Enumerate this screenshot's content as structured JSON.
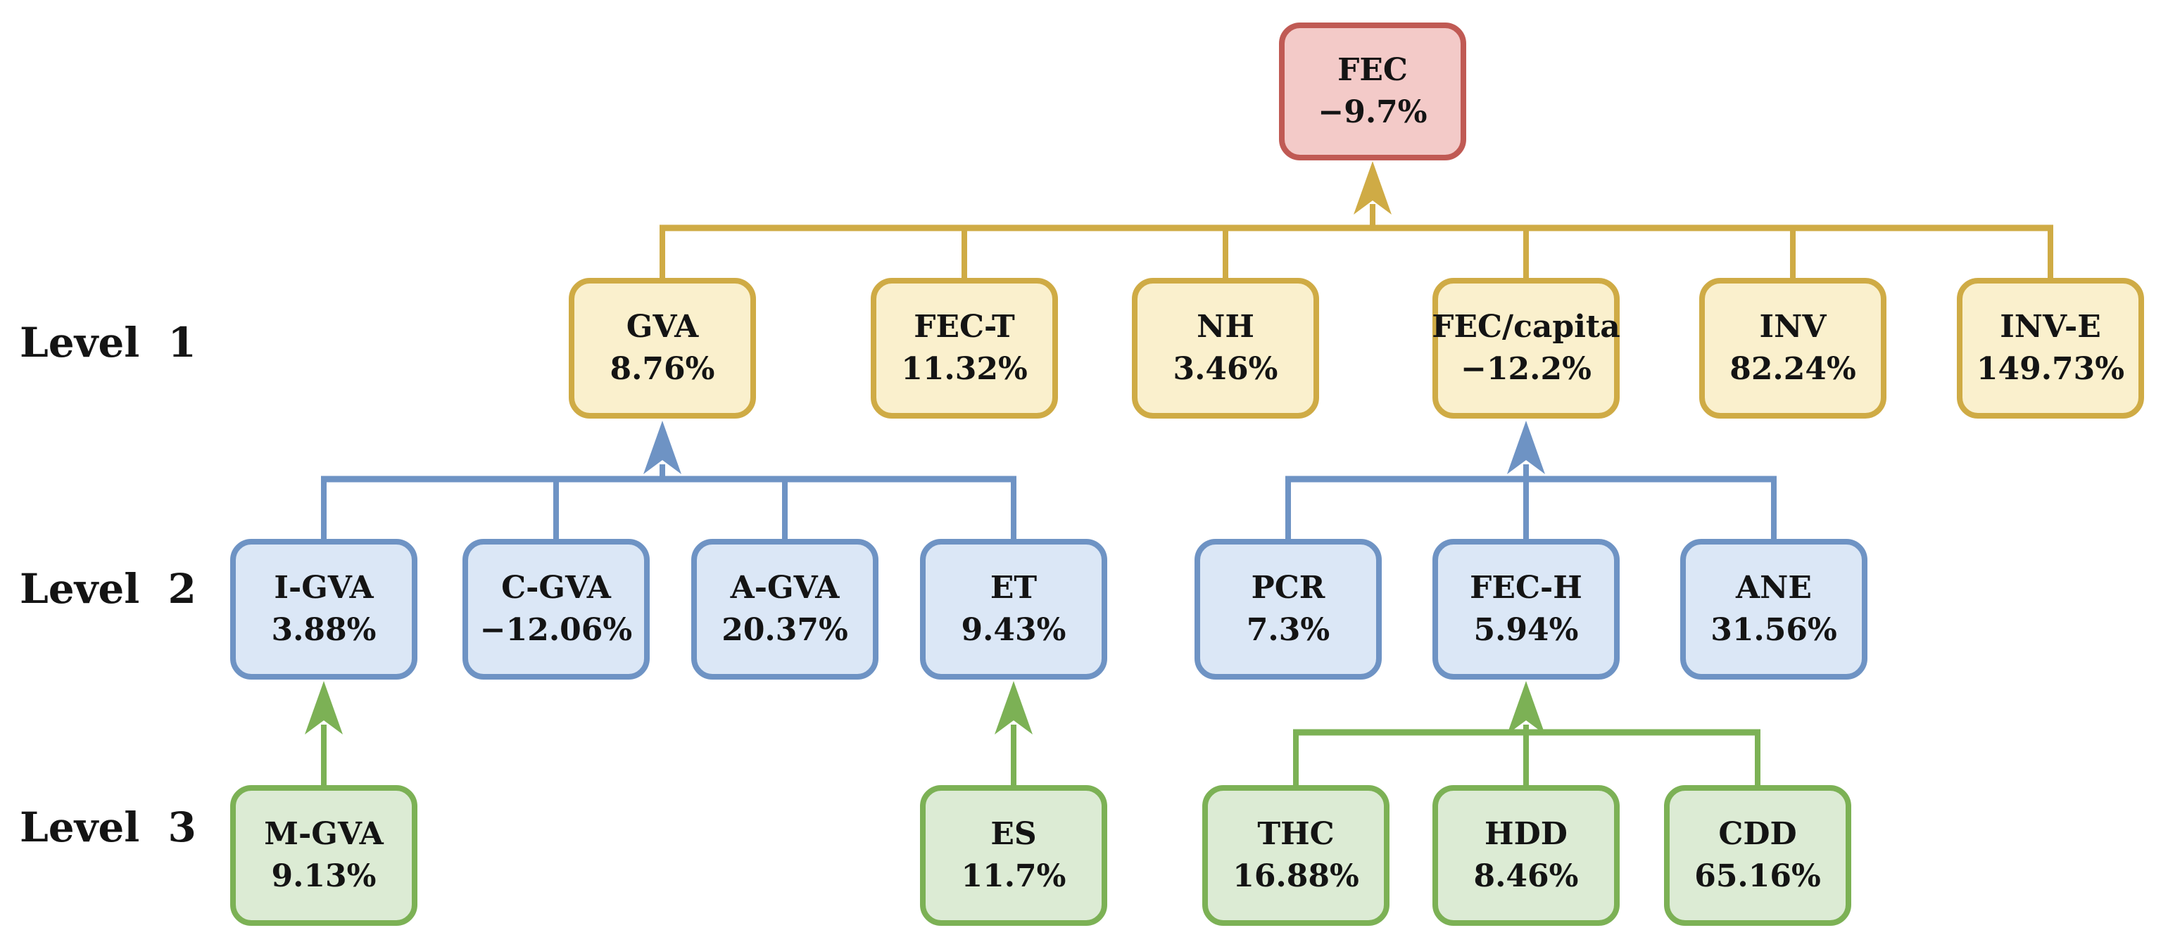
{
  "levels": {
    "level1": "Level 1",
    "level2": "Level 2",
    "level3": "Level 3"
  },
  "nodes": {
    "fec": {
      "label": "FEC",
      "value": "−9.7%"
    },
    "gva": {
      "label": "GVA",
      "value": "8.76%"
    },
    "fec_t": {
      "label": "FEC-T",
      "value": "11.32%"
    },
    "nh": {
      "label": "NH",
      "value": "3.46%"
    },
    "fec_capita": {
      "label": "FEC/capita",
      "value": "−12.2%"
    },
    "inv": {
      "label": "INV",
      "value": "82.24%"
    },
    "inv_e": {
      "label": "INV-E",
      "value": "149.73%"
    },
    "i_gva": {
      "label": "I-GVA",
      "value": "3.88%"
    },
    "c_gva": {
      "label": "C-GVA",
      "value": "−12.06%"
    },
    "a_gva": {
      "label": "A-GVA",
      "value": "20.37%"
    },
    "et": {
      "label": "ET",
      "value": "9.43%"
    },
    "pcr": {
      "label": "PCR",
      "value": "7.3%"
    },
    "fec_h": {
      "label": "FEC-H",
      "value": "5.94%"
    },
    "ane": {
      "label": "ANE",
      "value": "31.56%"
    },
    "m_gva": {
      "label": "M-GVA",
      "value": "9.13%"
    },
    "es": {
      "label": "ES",
      "value": "11.7%"
    },
    "thc": {
      "label": "THC",
      "value": "16.88%"
    },
    "hdd": {
      "label": "HDD",
      "value": "8.46%"
    },
    "cdd": {
      "label": "CDD",
      "value": "65.16%"
    }
  },
  "edges": [
    {
      "from": "GVA",
      "to": "FEC"
    },
    {
      "from": "FEC-T",
      "to": "FEC"
    },
    {
      "from": "NH",
      "to": "FEC"
    },
    {
      "from": "FEC/capita",
      "to": "FEC"
    },
    {
      "from": "INV",
      "to": "FEC"
    },
    {
      "from": "INV-E",
      "to": "FEC"
    },
    {
      "from": "I-GVA",
      "to": "GVA"
    },
    {
      "from": "C-GVA",
      "to": "GVA"
    },
    {
      "from": "A-GVA",
      "to": "GVA"
    },
    {
      "from": "ET",
      "to": "GVA"
    },
    {
      "from": "PCR",
      "to": "FEC/capita"
    },
    {
      "from": "FEC-H",
      "to": "FEC/capita"
    },
    {
      "from": "ANE",
      "to": "FEC/capita"
    },
    {
      "from": "M-GVA",
      "to": "I-GVA"
    },
    {
      "from": "ES",
      "to": "ET"
    },
    {
      "from": "THC",
      "to": "FEC-H"
    },
    {
      "from": "HDD",
      "to": "FEC-H"
    },
    {
      "from": "CDD",
      "to": "FEC-H"
    }
  ],
  "colors": {
    "red_fill": "#f3cac8",
    "red_border": "#c05a54",
    "yellow_fill": "#faf0cd",
    "yellow_border": "#cfab45",
    "blue_fill": "#dbe7f6",
    "blue_border": "#6e93c4",
    "green_fill": "#dcebd4",
    "green_border": "#7cb155",
    "text": "#141414",
    "background": "#ffffff"
  }
}
